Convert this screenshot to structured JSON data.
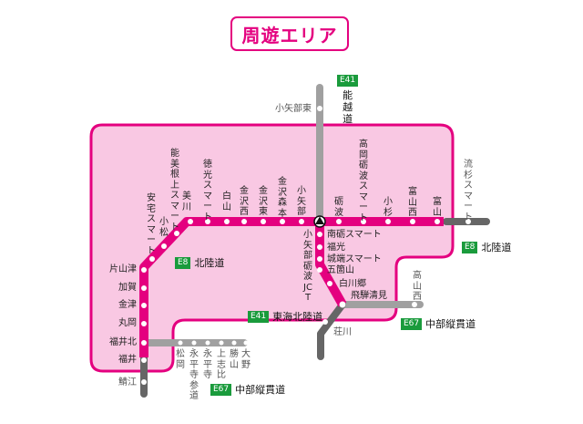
{
  "title": "周遊エリア",
  "colors": {
    "accent": "#e4007f",
    "area_fill": "#f9c8e3",
    "outside_line": "#666666",
    "sub_line": "#a0a0a0",
    "road_badge": "#1a9b3c"
  },
  "roads": {
    "e41_noetsu": {
      "number": "E41",
      "name": "能越道"
    },
    "e8_hokuriku_west": {
      "number": "E8",
      "name": "北陸道"
    },
    "e8_hokuriku_east": {
      "number": "E8",
      "name": "北陸道"
    },
    "e41_tokai_hokuriku": {
      "number": "E41",
      "name": "東海北陸道"
    },
    "e67_chubu_east": {
      "number": "E67",
      "name": "中部縦貫道"
    },
    "e67_chubu_south": {
      "number": "E67",
      "name": "中部縦貫道"
    }
  },
  "stations": {
    "komatsu_east_outside": "小矢部東",
    "nagareyama_smart": "流杉スマート",
    "top_line": [
      "能美根上スマート",
      "美川",
      "徳光スマート",
      "白山",
      "金沢西",
      "金沢東",
      "金沢森本",
      "小矢部",
      "砺波",
      "高岡砺波スマート",
      "小杉",
      "富山西",
      "富山"
    ],
    "diag_west": [
      "安宅スマート",
      "小松"
    ],
    "west_line": [
      "片山津",
      "加賀",
      "金津",
      "丸岡",
      "福井北",
      "福井"
    ],
    "sabae": "鯖江",
    "south_line": [
      "南砺スマート",
      "福光",
      "城端スマート",
      "五箇山",
      "白川郷",
      "飛騨清見"
    ],
    "oyabe_jct": "小矢部砺波JCT",
    "takayama_nishi": "高山西",
    "shokawa": "荘川",
    "e67_west": [
      "松岡",
      "永平寺参道",
      "永平寺",
      "上志比",
      "勝山",
      "大野"
    ]
  }
}
